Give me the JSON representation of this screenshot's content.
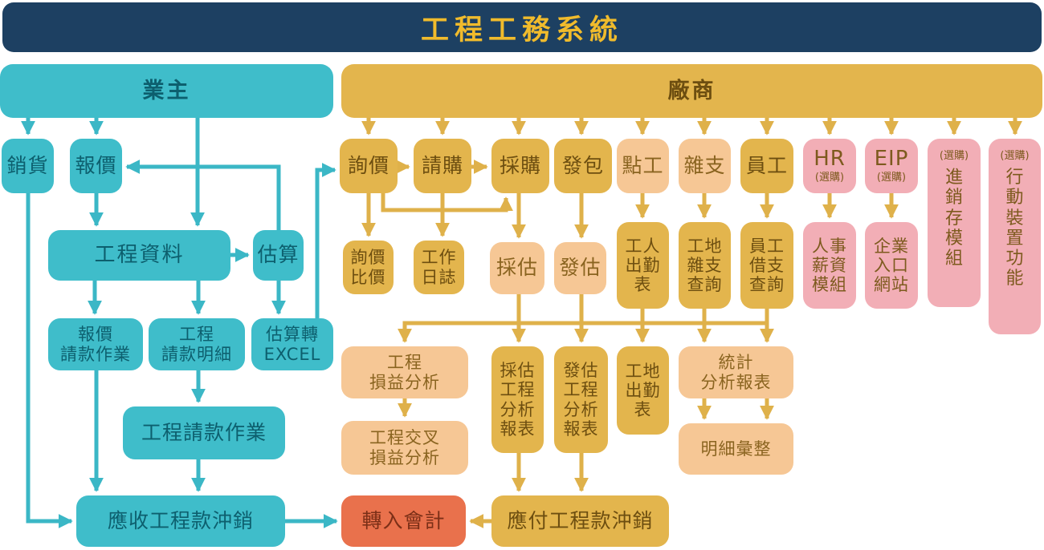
{
  "title": "工程工務系統",
  "groups": {
    "owner": "業主",
    "vendor": "廠商"
  },
  "nodes": {
    "sales": "銷貨",
    "quote": "報價",
    "project_data": "工程資料",
    "estimate": "估算",
    "quote_billing": "報價\n請款作業",
    "project_billing_detail": "工程\n請款明細",
    "estimate_excel": "估算轉\nEXCEL",
    "project_billing": "工程請款作業",
    "ar_writeoff": "應收工程款沖銷",
    "inquiry": "詢價",
    "purchase_request": "請購",
    "purchase": "採購",
    "subcontract": "發包",
    "daywork": "點工",
    "misc": "雜支",
    "employee": "員工",
    "hr_main": "HR",
    "hr_sub": "(選購)",
    "eip_main": "EIP",
    "eip_sub": "(選購)",
    "inventory_sub": "(選購)",
    "inventory_main": "進\n銷\n存\n模\n組",
    "mobile_sub": "(選購)",
    "mobile_main": "行\n動\n裝\n置\n功\n能",
    "inquiry_compare": "詢價\n比價",
    "work_log": "工作\n日誌",
    "purchase_estimate": "採估",
    "subcontract_estimate": "發估",
    "worker_attendance": "工人\n出勤\n表",
    "site_misc_query": "工地\n雜支\n查詢",
    "employee_loan_query": "員工\n借支\n查詢",
    "hr_payroll": "人事\n薪資\n模組",
    "eip_portal": "企業\n入口\n網站",
    "profit_analysis": "工程\n損益分析",
    "cross_profit": "工程交叉\n損益分析",
    "purchase_analysis": "採估\n工程\n分析\n報表",
    "subcontract_analysis": "發估\n工程\n分析\n報表",
    "site_attendance": "工地\n出勤\n表",
    "stats_report": "統計\n分析報表",
    "detail_summary": "明細彙整",
    "to_accounting": "轉入會計",
    "ap_writeoff": "應付工程款沖銷"
  },
  "colors": {
    "header_bg": "#1d4062",
    "title_text": "#f0bb2c",
    "teal_box": "#3fbdca",
    "teal_text": "#0d5f6e",
    "gold_box": "#e3b54d",
    "gold_text": "#6d4e10",
    "peach_box": "#f6c795",
    "peach_text": "#8a6420",
    "pink_box": "#f2aeb6",
    "pink_text": "#7d5a1e",
    "red_box": "#e9714c",
    "red_text": "#7b2f17",
    "arrow_teal": "#3bb7c6",
    "arrow_gold": "#dfb14a"
  }
}
